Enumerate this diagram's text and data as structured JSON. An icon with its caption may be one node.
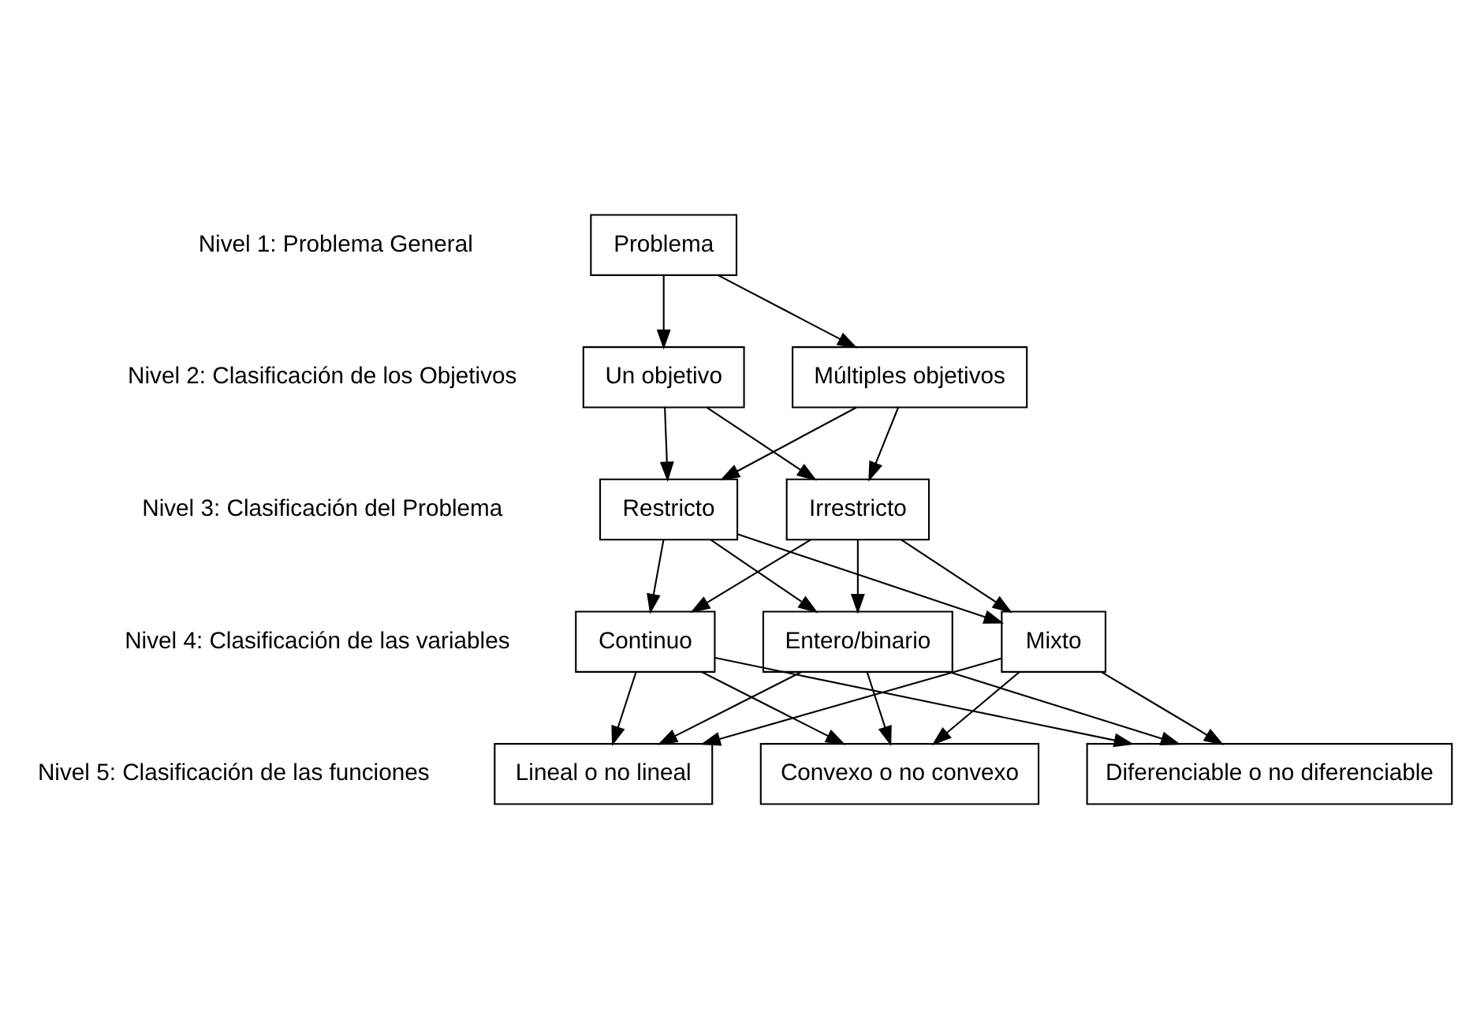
{
  "diagram": {
    "nodes": [
      {
        "text": [
          "Problema"
        ]
      },
      {
        "text": [
          "Un objetivo"
        ]
      },
      {
        "text": [
          "Múltiples objetivos"
        ]
      },
      {
        "text": [
          "Restricto"
        ]
      },
      {
        "text": [
          "Irrestricto"
        ]
      },
      {
        "text": [
          "Continuo"
        ]
      },
      {
        "text": [
          "Entero/binario"
        ]
      },
      {
        "text": [
          "Mixto"
        ]
      },
      {
        "text": [
          "Lineal o no lineal"
        ]
      },
      {
        "text": [
          "Convexo o no convexo"
        ]
      },
      {
        "text": [
          "Diferenciable o no diferenciable"
        ]
      }
    ],
    "edges": [
      {
        "from": 0,
        "to": 1,
        "arrow": "to"
      },
      {
        "from": 0,
        "to": 2,
        "arrow": "to"
      },
      {
        "from": 1,
        "to": 3,
        "arrow": "to"
      },
      {
        "from": 1,
        "to": 4,
        "arrow": "to"
      },
      {
        "from": 2,
        "to": 3,
        "arrow": "to"
      },
      {
        "from": 2,
        "to": 4,
        "arrow": "to"
      },
      {
        "from": 3,
        "to": 5,
        "arrow": "to"
      },
      {
        "from": 3,
        "to": 6,
        "arrow": "to"
      },
      {
        "from": 3,
        "to": 7,
        "arrow": "to"
      },
      {
        "from": 4,
        "to": 5,
        "arrow": "to"
      },
      {
        "from": 4,
        "to": 6,
        "arrow": "to"
      },
      {
        "from": 4,
        "to": 7,
        "arrow": "to"
      },
      {
        "from": 5,
        "to": 8,
        "arrow": "to"
      },
      {
        "from": 5,
        "to": 9,
        "arrow": "to"
      },
      {
        "from": 5,
        "to": 10,
        "arrow": "to"
      },
      {
        "from": 6,
        "to": 8,
        "arrow": "to"
      },
      {
        "from": 6,
        "to": 9,
        "arrow": "to"
      },
      {
        "from": 6,
        "to": 10,
        "arrow": "to"
      },
      {
        "from": 7,
        "to": 8,
        "arrow": "to"
      },
      {
        "from": 7,
        "to": 9,
        "arrow": "to"
      },
      {
        "from": 7,
        "to": 10,
        "arrow": "to"
      }
    ],
    "labels": [
      "Nivel 1: Problema General",
      "Nivel 2: Clasificación de los Objetivos",
      "Nivel 3: Clasificación del Problema",
      "Nivel 4: Clasificación de las variables",
      "Nivel 5: Clasificación de las funciones"
    ]
  }
}
